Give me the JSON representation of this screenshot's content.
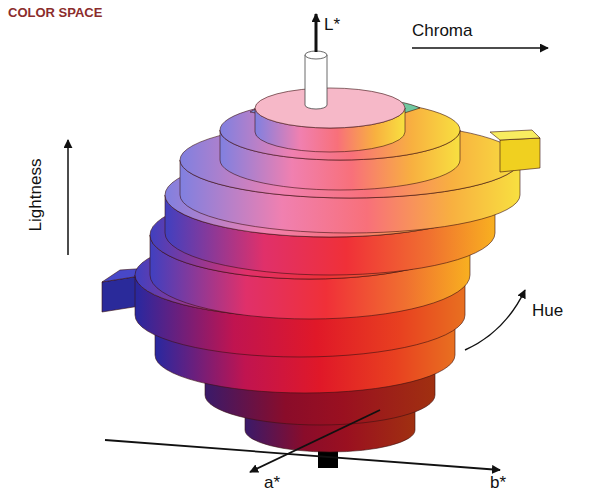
{
  "diagram": {
    "title": "COLOR SPACE",
    "labels": [
      "Lightness",
      "L*",
      "Chroma",
      "Hue",
      "a*",
      "b*"
    ]
  }
}
